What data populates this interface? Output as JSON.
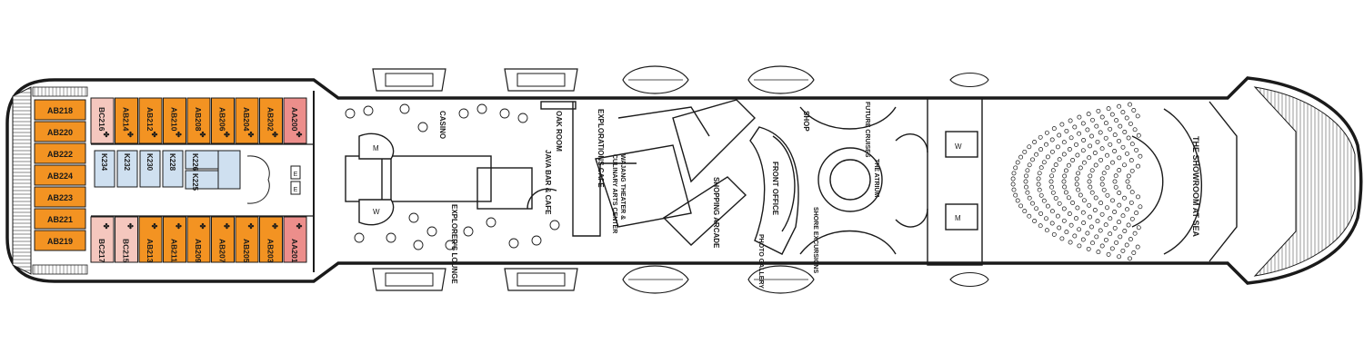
{
  "colors": {
    "suite_orange": "#F39322",
    "cabin_pink": "#F5C7BE",
    "accessible_red": "#EC8E8B",
    "inside_blue": "#CFE0F0",
    "outline": "#1a1a1a",
    "deck_gray": "#8a8a8a"
  },
  "icons": [
    "wheelchair-icon",
    "bed-icon",
    "sofa-bed-icon",
    "elevator-icon",
    "restroom-icon",
    "lifeboat-icon"
  ],
  "cabins": {
    "stern_suites": [
      "AB218",
      "AB220",
      "AB222",
      "AB224",
      "AB223",
      "AB221",
      "AB219"
    ],
    "port_top": [
      "BC216",
      "AB214",
      "AB212",
      "AB210",
      "AB208",
      "AB206",
      "AB204",
      "AB202",
      "AA200"
    ],
    "port_bottom": [
      "BC217",
      "BC215",
      "AB213",
      "AB211",
      "AB209",
      "AB207",
      "AB205",
      "AB203",
      "AA201"
    ],
    "inside": [
      "K234",
      "K232",
      "K230",
      "K228",
      "K226",
      "K225"
    ]
  },
  "venues": {
    "casino": "CASINO",
    "oak_room": "OAK ROOM",
    "java_bar": "JAVA BAR & CAFE",
    "explorations_cafe": "EXPLORATIONS CAFE",
    "explorers_lounge": "EXPLORER'S LOUNGE",
    "culinary_center": "CULINARY ARTS CENTER",
    "wajang_theater": "WAJANG THEATER &",
    "shopping_arcade": "SHOPPING ARCADE",
    "front_office": "FRONT OFFICE",
    "photo_gallery": "PHOTO GALLERY",
    "shop": "SHOP",
    "future_cruises": "FUTURE CRUISES",
    "shore_excursions": "SHORE EXCURSIONS",
    "atrium": "THE ATRIUM",
    "showroom": "THE SHOWROOM AT SEA"
  }
}
